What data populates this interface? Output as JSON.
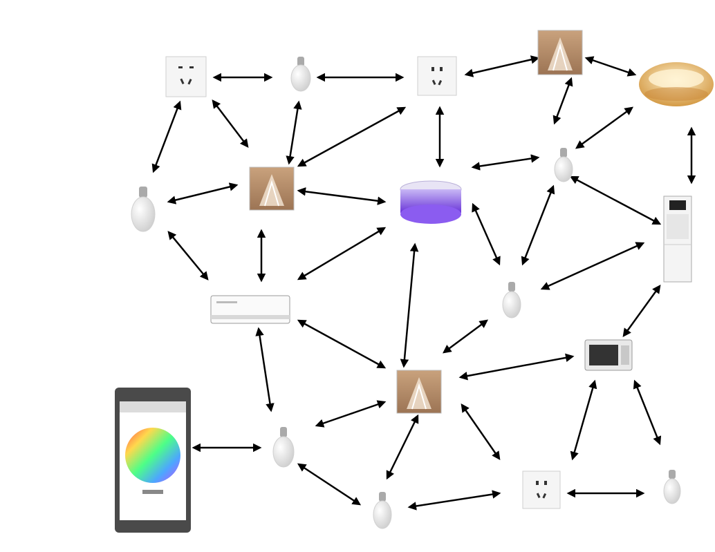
{
  "nodes": [
    {
      "id": "socket-1",
      "kind": "socket"
    },
    {
      "id": "bulb-1",
      "kind": "bulb"
    },
    {
      "id": "socket-2",
      "kind": "socket"
    },
    {
      "id": "panel-1",
      "kind": "panel"
    },
    {
      "id": "chandelier-1",
      "kind": "chandelier"
    },
    {
      "id": "bulb-2",
      "kind": "bulb"
    },
    {
      "id": "panel-2",
      "kind": "panel"
    },
    {
      "id": "ceiling-light-1",
      "kind": "ceiling-light"
    },
    {
      "id": "bulb-3",
      "kind": "bulb"
    },
    {
      "id": "ac-unit-1",
      "kind": "ac-unit"
    },
    {
      "id": "bulb-4",
      "kind": "bulb"
    },
    {
      "id": "floor-ac-1",
      "kind": "floor-ac"
    },
    {
      "id": "microwave-1",
      "kind": "microwave"
    },
    {
      "id": "panel-3",
      "kind": "panel"
    },
    {
      "id": "phone-1",
      "kind": "phone"
    },
    {
      "id": "bulb-5",
      "kind": "bulb"
    },
    {
      "id": "bulb-6",
      "kind": "bulb"
    },
    {
      "id": "socket-3",
      "kind": "socket"
    },
    {
      "id": "bulb-7",
      "kind": "bulb"
    }
  ],
  "colors": {
    "arrow": "#000000",
    "plate": "#f2f2f2",
    "bulb": "#e9e9e9",
    "panel": "#b7906a",
    "violet": "#8a55e0",
    "gold": "#e0b060"
  }
}
